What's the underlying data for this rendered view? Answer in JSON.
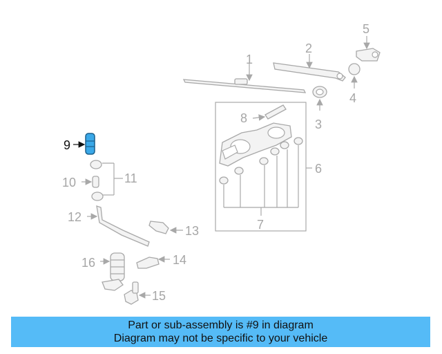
{
  "diagram": {
    "callouts": [
      "1",
      "2",
      "3",
      "4",
      "5",
      "6",
      "7",
      "8",
      "9",
      "10",
      "11",
      "12",
      "13",
      "14",
      "15",
      "16"
    ],
    "highlighted_part": "9",
    "highlight_color": "#3aa8e8"
  },
  "banner": {
    "line1": "Part or sub-assembly is #9 in diagram",
    "line2": "Diagram may not be specific to your vehicle",
    "background": "#55bbf7"
  }
}
